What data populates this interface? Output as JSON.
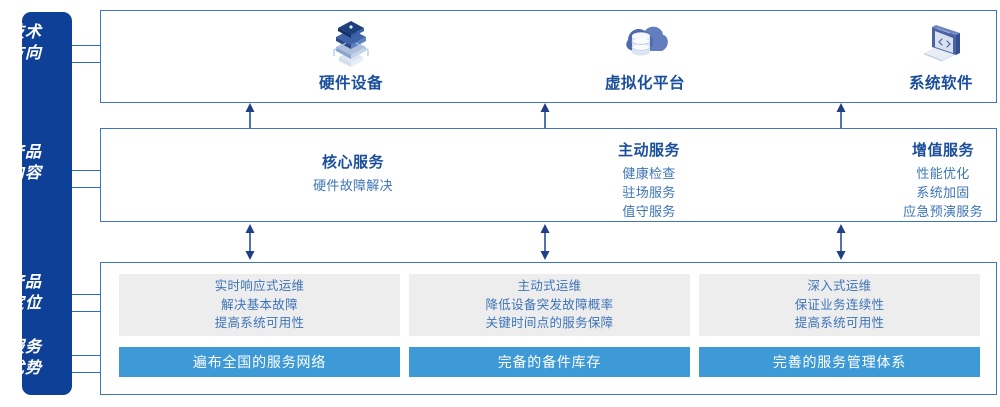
{
  "sidebar": {
    "background_color": "#0d4096",
    "items": [
      {
        "line1": "技术",
        "line2": "方向"
      },
      {
        "line1": "产品",
        "line2": "内容"
      },
      {
        "line1": "产品",
        "line2": "定位"
      },
      {
        "line1": "服务",
        "line2": "优势"
      }
    ]
  },
  "tech_direction": {
    "columns": [
      {
        "icon": "server-stack-icon",
        "label": "硬件设备"
      },
      {
        "icon": "cloud-database-icon",
        "label": "虚拟化平台"
      },
      {
        "icon": "laptop-code-icon",
        "label": "系统软件"
      }
    ]
  },
  "product_content": {
    "columns": [
      {
        "title": "核心服务",
        "lines": [
          "硬件故障解决"
        ]
      },
      {
        "title": "主动服务",
        "lines": [
          "健康检查",
          "驻场服务",
          "值守服务"
        ]
      },
      {
        "title": "增值服务",
        "lines": [
          "性能优化",
          "系统加固",
          "应急预演服务"
        ]
      }
    ]
  },
  "product_positioning": {
    "cards": [
      {
        "lines": [
          "实时响应式运维",
          "解决基本故障",
          "提高系统可用性"
        ]
      },
      {
        "lines": [
          "主动式运维",
          "降低设备突发故障概率",
          "关键时间点的服务保障"
        ]
      },
      {
        "lines": [
          "深入式运维",
          "保证业务连续性",
          "提高系统可用性"
        ]
      }
    ]
  },
  "service_advantage": {
    "bars": [
      {
        "label": "遍布全国的服务网络"
      },
      {
        "label": "完备的备件库存"
      },
      {
        "label": "完善的服务管理体系"
      }
    ]
  },
  "colors": {
    "sidebar_blue": "#0d4096",
    "panel_border": "#3f75bb",
    "heading_blue": "#1b4f9c",
    "body_blue": "#3d74b8",
    "bar_blue": "#3d9ad6",
    "card_grey": "#ededed",
    "arrow_blue": "#27509b"
  }
}
